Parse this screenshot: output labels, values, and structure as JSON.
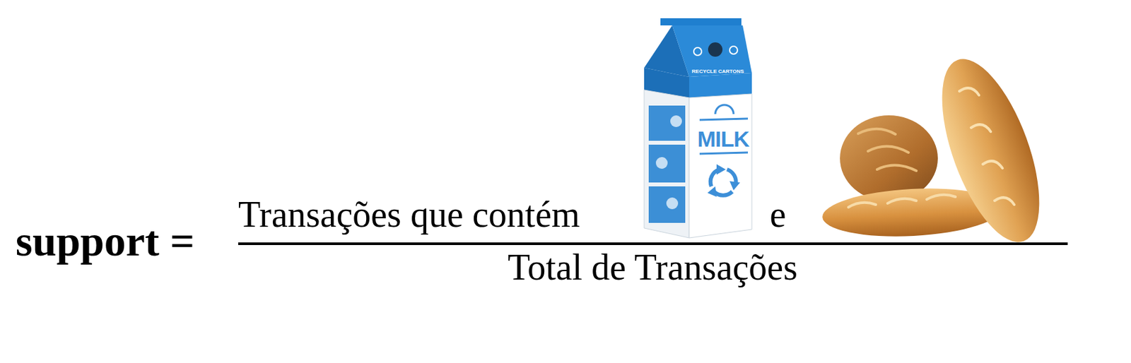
{
  "diagram": {
    "labels": [
      "support =",
      "Transações que contém",
      "e",
      "Total de Transações",
      "RECYCLE CARTONS",
      "MILK"
    ]
  }
}
